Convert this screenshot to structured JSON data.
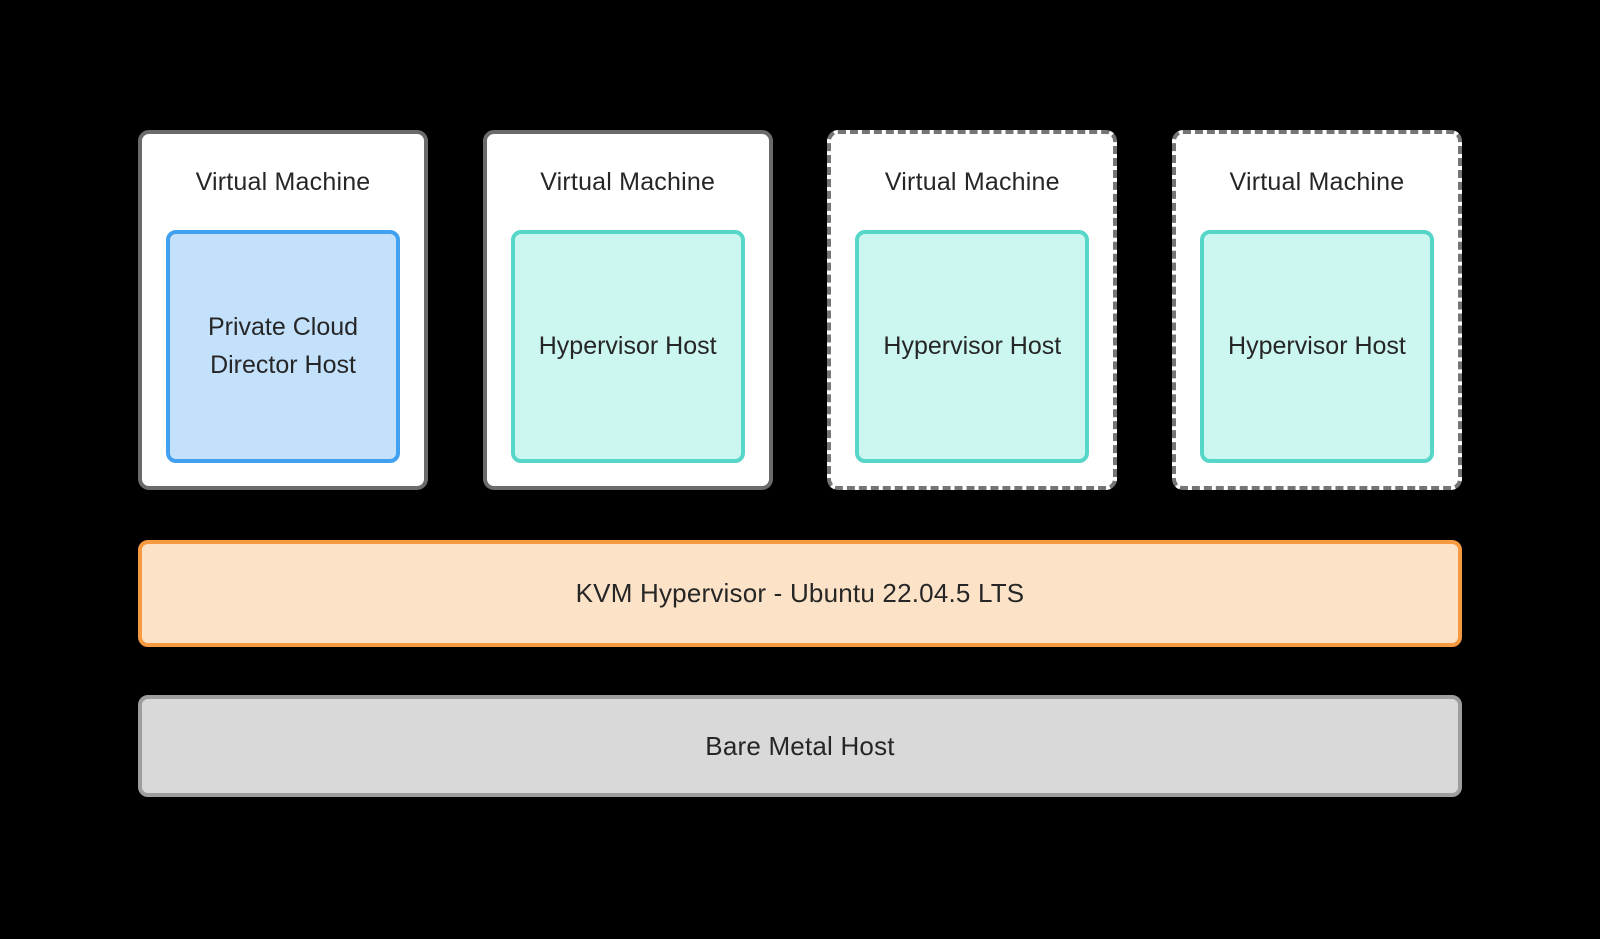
{
  "diagram": {
    "background": "#000000",
    "text_color": "#262626",
    "vm_boxes": [
      {
        "title": "Virtual Machine",
        "outer_border_style": "solid",
        "outer_border_color": "#6b6b6b",
        "inner": {
          "label": "Private Cloud Director Host",
          "fill": "#c3e1fb",
          "border": "#41a1f0"
        }
      },
      {
        "title": "Virtual Machine",
        "outer_border_style": "solid",
        "outer_border_color": "#6b6b6b",
        "inner": {
          "label": "Hypervisor Host",
          "fill": "#ccf6f0",
          "border": "#55d6c8"
        }
      },
      {
        "title": "Virtual Machine",
        "outer_border_style": "dashed",
        "outer_border_color": "#757575",
        "inner": {
          "label": "Hypervisor Host",
          "fill": "#ccf6f0",
          "border": "#55d6c8"
        }
      },
      {
        "title": "Virtual Machine",
        "outer_border_style": "dashed",
        "outer_border_color": "#757575",
        "inner": {
          "label": "Hypervisor Host",
          "fill": "#ccf6f0",
          "border": "#55d6c8"
        }
      }
    ],
    "layers": [
      {
        "label": "KVM Hypervisor - Ubuntu 22.04.5 LTS",
        "fill": "#fce3c7",
        "border": "#f59a40"
      },
      {
        "label": "Bare Metal Host",
        "fill": "#d9d9d9",
        "border": "#9e9e9e"
      }
    ]
  }
}
